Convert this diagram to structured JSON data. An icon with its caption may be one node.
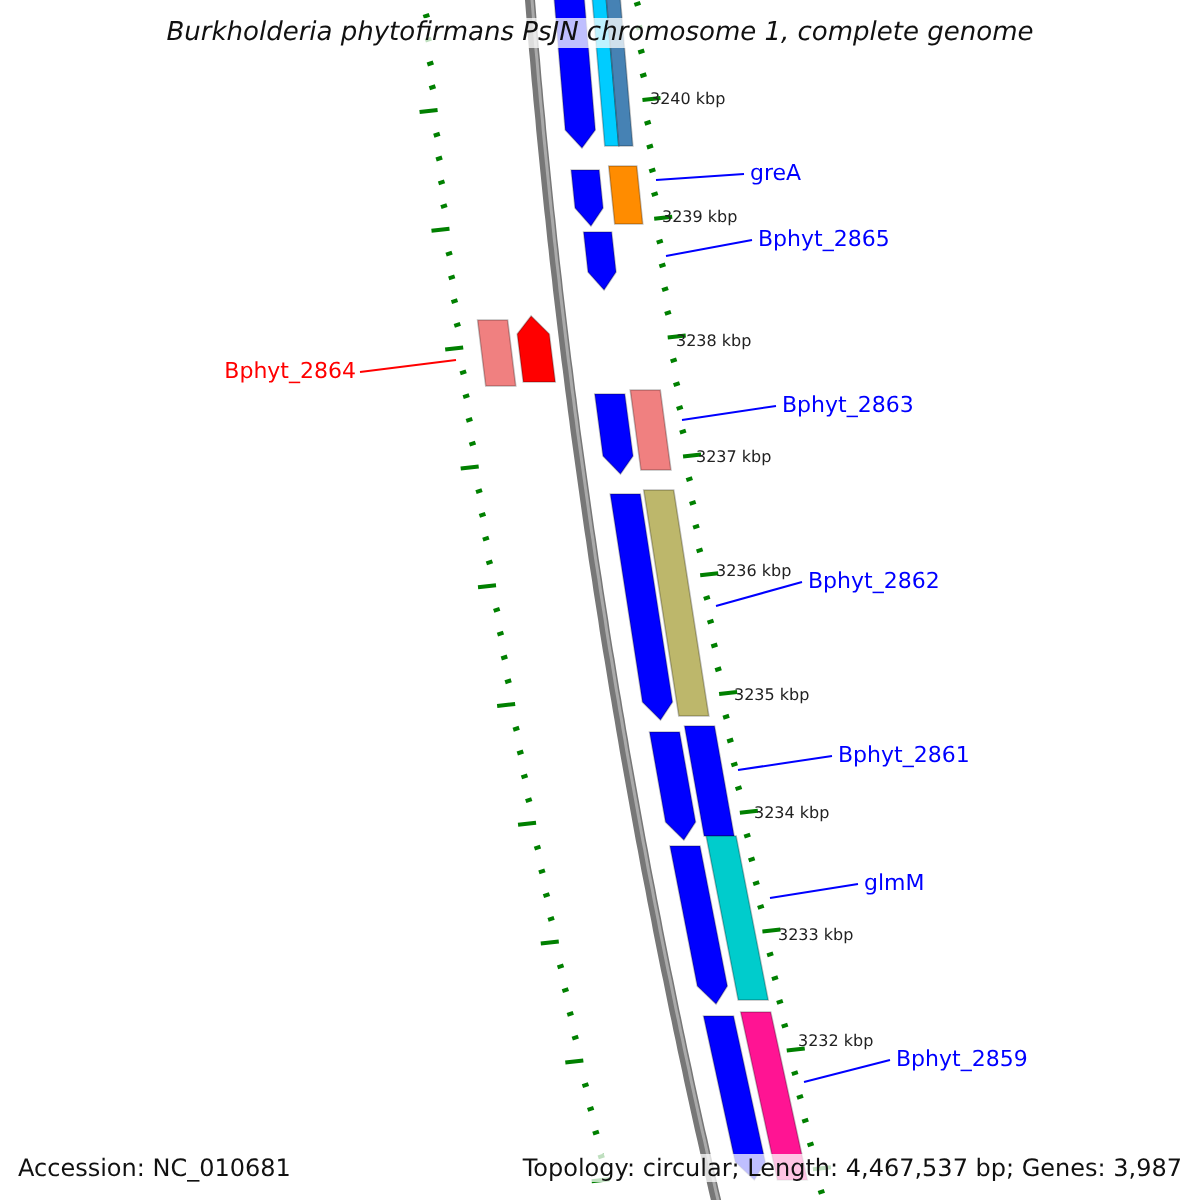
{
  "diagram": {
    "title": "Burkholderia phytofirmans PsJN chromosome 1, complete genome",
    "nodes": [
      {
        "text": [
          "greA"
        ]
      },
      {
        "text": [
          "Bphyt_2865"
        ]
      },
      {
        "text": [
          "Bphyt_2864"
        ]
      },
      {
        "text": [
          "Bphyt_2863"
        ]
      },
      {
        "text": [
          "Bphyt_2862"
        ]
      },
      {
        "text": [
          "Bphyt_2861"
        ]
      },
      {
        "text": [
          "glmM"
        ]
      },
      {
        "text": [
          "Bphyt_2859"
        ]
      }
    ],
    "edges": [
      {
        "from": 0,
        "to": null,
        "arrow": "none"
      },
      {
        "from": 1,
        "to": null,
        "arrow": "none"
      },
      {
        "from": 2,
        "to": null,
        "arrow": "none",
        "color": "#ff0000"
      },
      {
        "from": 3,
        "to": null,
        "arrow": "none"
      },
      {
        "from": 4,
        "to": null,
        "arrow": "none"
      },
      {
        "from": 5,
        "to": null,
        "arrow": "none"
      },
      {
        "from": 6,
        "to": null,
        "arrow": "none"
      },
      {
        "from": 7,
        "to": null,
        "arrow": "none"
      }
    ],
    "labels": [
      "3240 kbp",
      "3239 kbp",
      "3238 kbp",
      "3237 kbp",
      "3236 kbp",
      "3235 kbp",
      "3234 kbp",
      "3233 kbp",
      "3232 kbp",
      "Accession: NC_010681",
      "Topology: circular; Length: 4,467,537 bp; Genes: 3,987"
    ]
  }
}
